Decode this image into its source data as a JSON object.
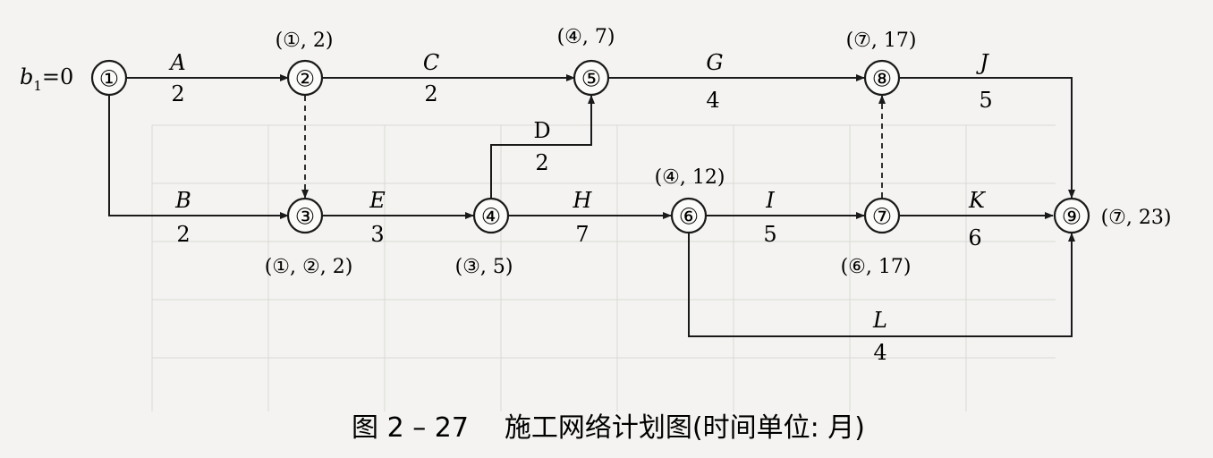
{
  "start": {
    "var": "b",
    "sub": "1",
    "rest": "=0"
  },
  "nodes": [
    {
      "id": "1",
      "label": "①"
    },
    {
      "id": "2",
      "label": "②"
    },
    {
      "id": "3",
      "label": "③"
    },
    {
      "id": "4",
      "label": "④"
    },
    {
      "id": "5",
      "label": "⑤"
    },
    {
      "id": "6",
      "label": "⑥"
    },
    {
      "id": "7",
      "label": "⑦"
    },
    {
      "id": "8",
      "label": "⑧"
    },
    {
      "id": "9",
      "label": "⑨"
    }
  ],
  "annotations": {
    "2": "(①, 2)",
    "3": "(①, ②, 2)",
    "4": "(③, 5)",
    "5": "(④, 7)",
    "6": "(④, 12)",
    "7": "(⑥, 17)",
    "8": "(⑦, 17)",
    "9": "(⑦, 23)"
  },
  "activities": [
    {
      "id": "A",
      "from": "1",
      "to": "2",
      "name": "A",
      "duration": "2"
    },
    {
      "id": "B",
      "from": "1",
      "to": "3",
      "name": "B",
      "duration": "2"
    },
    {
      "id": "C",
      "from": "2",
      "to": "5",
      "name": "C",
      "duration": "2"
    },
    {
      "id": "D",
      "from": "4",
      "to": "5",
      "name": "D",
      "duration": "2"
    },
    {
      "id": "E",
      "from": "3",
      "to": "4",
      "name": "E",
      "duration": "3"
    },
    {
      "id": "G",
      "from": "5",
      "to": "8",
      "name": "G",
      "duration": "4"
    },
    {
      "id": "H",
      "from": "4",
      "to": "6",
      "name": "H",
      "duration": "7"
    },
    {
      "id": "I",
      "from": "6",
      "to": "7",
      "name": "I",
      "duration": "5"
    },
    {
      "id": "J",
      "from": "8",
      "to": "9",
      "name": "J",
      "duration": "5"
    },
    {
      "id": "K",
      "from": "7",
      "to": "9",
      "name": "K",
      "duration": "6"
    },
    {
      "id": "L",
      "from": "6",
      "to": "9",
      "name": "L",
      "duration": "4"
    }
  ],
  "dummies": [
    {
      "from": "2",
      "to": "3"
    },
    {
      "from": "7",
      "to": "8"
    }
  ],
  "caption": {
    "figure": "图 2 – 27",
    "title": "施工网络计划图(时间单位: 月)"
  }
}
